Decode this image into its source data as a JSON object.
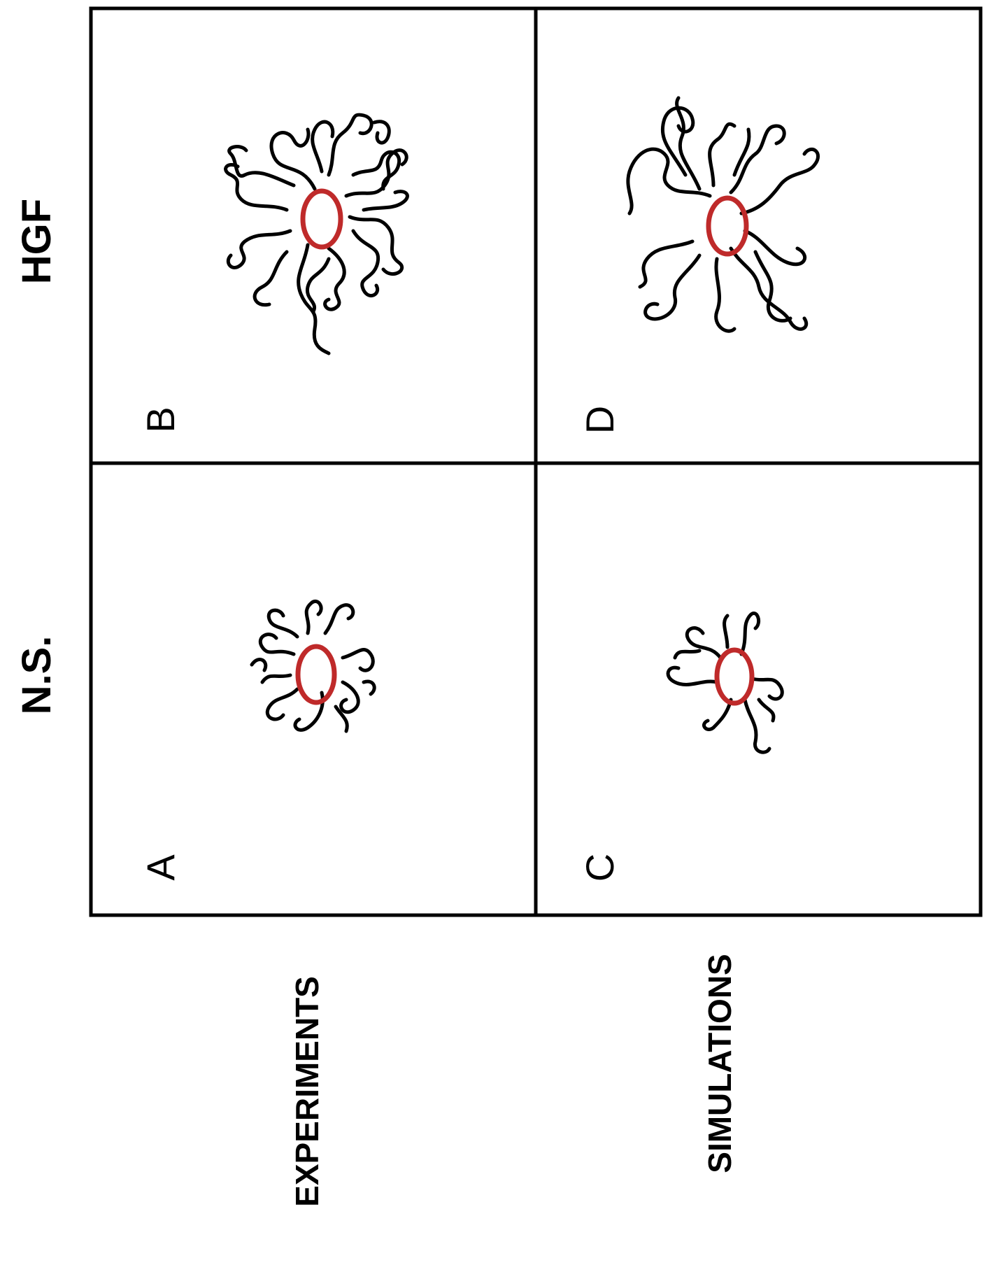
{
  "row_labels": {
    "hgf": "HGF",
    "ns": "N.S."
  },
  "column_labels": {
    "experiments": "EXPERIMENTS",
    "simulations": "SIMULATIONS"
  },
  "panels": {
    "a": "A",
    "b": "B",
    "c": "C",
    "d": "D"
  },
  "colors": {
    "spheroid": "#bf2a2a",
    "tracks": "#000000",
    "frame": "#000000"
  }
}
